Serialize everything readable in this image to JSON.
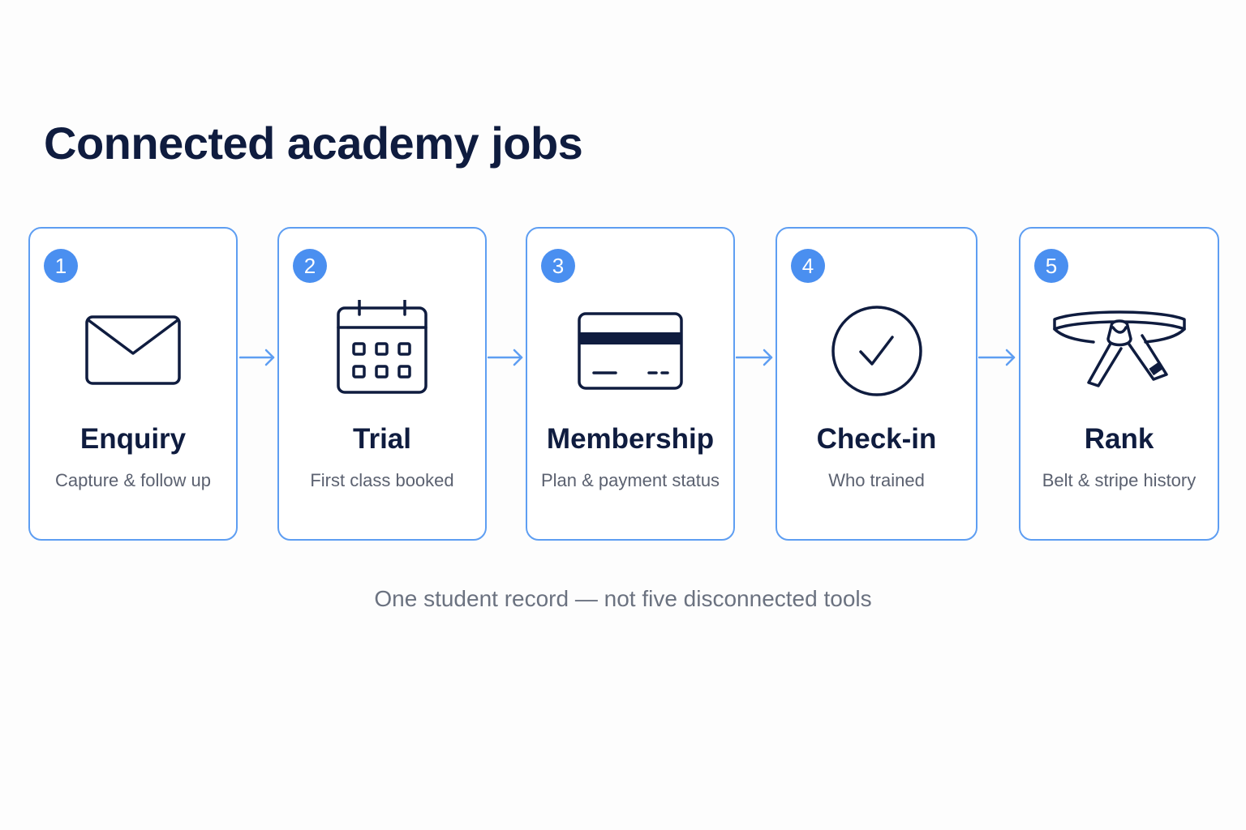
{
  "title": "Connected academy jobs",
  "steps": [
    {
      "number": "1",
      "title": "Enquiry",
      "description": "Capture & follow up",
      "icon": "envelope-icon"
    },
    {
      "number": "2",
      "title": "Trial",
      "description": "First class booked",
      "icon": "calendar-icon"
    },
    {
      "number": "3",
      "title": "Membership",
      "description": "Plan & payment status",
      "icon": "credit-card-icon"
    },
    {
      "number": "4",
      "title": "Check-in",
      "description": "Who trained",
      "icon": "check-circle-icon"
    },
    {
      "number": "5",
      "title": "Rank",
      "description": "Belt & stripe history",
      "icon": "belt-icon"
    }
  ],
  "footer": "One student record — not five disconnected tools",
  "colors": {
    "accent": "#4a8ff0",
    "card_border": "#5e9ef2",
    "text_dark": "#0f1c3f",
    "text_muted": "#5b6170"
  }
}
